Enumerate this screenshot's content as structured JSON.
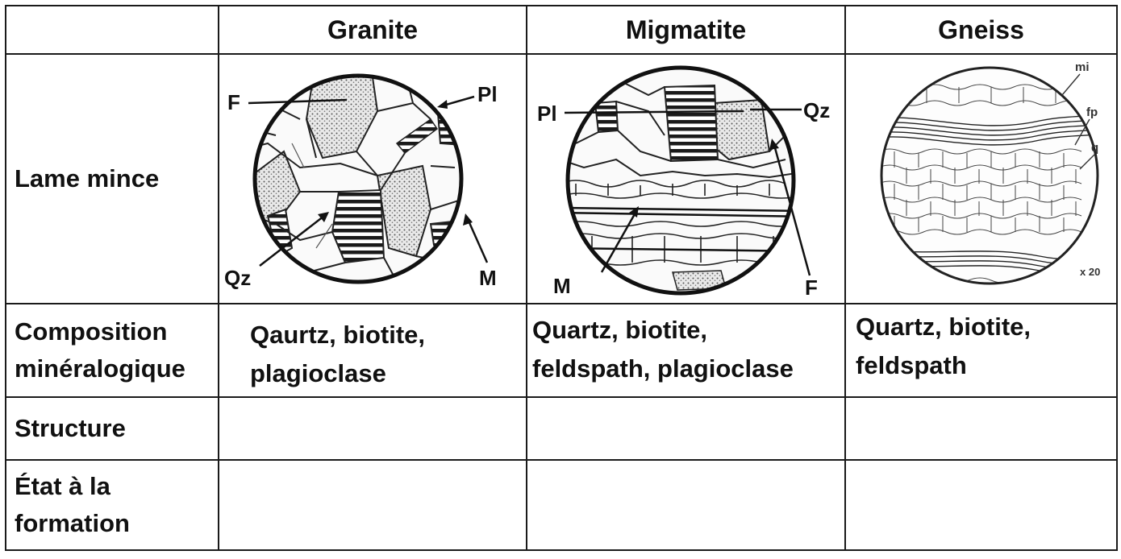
{
  "table": {
    "headers": {
      "empty": "",
      "granite": "Granite",
      "migmatite": "Migmatite",
      "gneiss": "Gneiss"
    },
    "rows": {
      "lame": "Lame mince",
      "composition": {
        "line1": "Composition",
        "line2": "minéralogique"
      },
      "structure": "Structure",
      "etat": {
        "line1": "État à la",
        "line2": "formation"
      }
    },
    "composition": {
      "granite": {
        "line1": "Qaurtz, biotite,",
        "line2": "plagioclase"
      },
      "migmatite": {
        "line1": "Quartz, biotite,",
        "line2": "feldspath, plagioclase"
      },
      "gneiss": {
        "line1": "Quartz, biotite,",
        "line2": "feldspath"
      }
    }
  },
  "thin_sections": {
    "granite": {
      "labels": {
        "f": "F",
        "pl": "Pl",
        "qz": "Qz",
        "m": "M"
      }
    },
    "migmatite": {
      "labels": {
        "pl": "Pl",
        "qz": "Qz",
        "m": "M",
        "f": "F"
      }
    },
    "gneiss": {
      "labels": {
        "mi": "mi",
        "fp": "fp",
        "q": "q",
        "mag": "x 20"
      }
    }
  }
}
